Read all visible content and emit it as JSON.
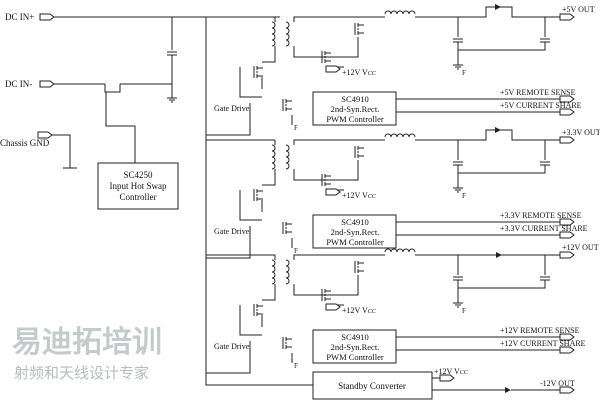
{
  "inputs": {
    "dc_in_plus": "DC IN+",
    "dc_in_minus": "DC IN-",
    "chassis_gnd": "Chassis GND"
  },
  "hot_swap": {
    "part": "SC4250",
    "line1": "Input Hot Swap",
    "line2": "Controller"
  },
  "stages": [
    {
      "out": "+5V OUT",
      "sense": "+5V REMOTE SENSE",
      "share": "+5V CURRENT SHARE",
      "vcc": "+12V V",
      "vcc_sub": "CC",
      "gate": "Gate Drive",
      "ground": "F",
      "part": "SC4910",
      "line1": "2nd-Syn.Rect.",
      "line2": "PWM Controller",
      "has_oring_fet": true
    },
    {
      "out": "+3.3V OUT",
      "sense": "+3.3V REMOTE SENSE",
      "share": "+3.3V CURRENT SHARE",
      "vcc": "+12V V",
      "vcc_sub": "CC",
      "gate": "Gate Drive",
      "ground": "F",
      "part": "SC4910",
      "line1": "2nd-Syn.Rect.",
      "line2": "PWM Controller",
      "has_oring_fet": true
    },
    {
      "out": "+12V OUT",
      "sense": "+12V REMOTE SENSE",
      "share": "+12V CURRENT SHARE",
      "vcc": "+12V V",
      "vcc_sub": "CC",
      "gate": "Gate Drive",
      "ground": "F",
      "part": "SC4910",
      "line1": "2nd-Syn.Rect.",
      "line2": "PWM Controller",
      "has_oring_fet": false
    }
  ],
  "standby": {
    "label": "Standby Converter",
    "vcc": "+12V V",
    "vcc_sub": "CC",
    "out": "-12V OUT"
  },
  "watermark": {
    "line1": "易迪拓培训",
    "line2": "射频和天线设计专家"
  }
}
